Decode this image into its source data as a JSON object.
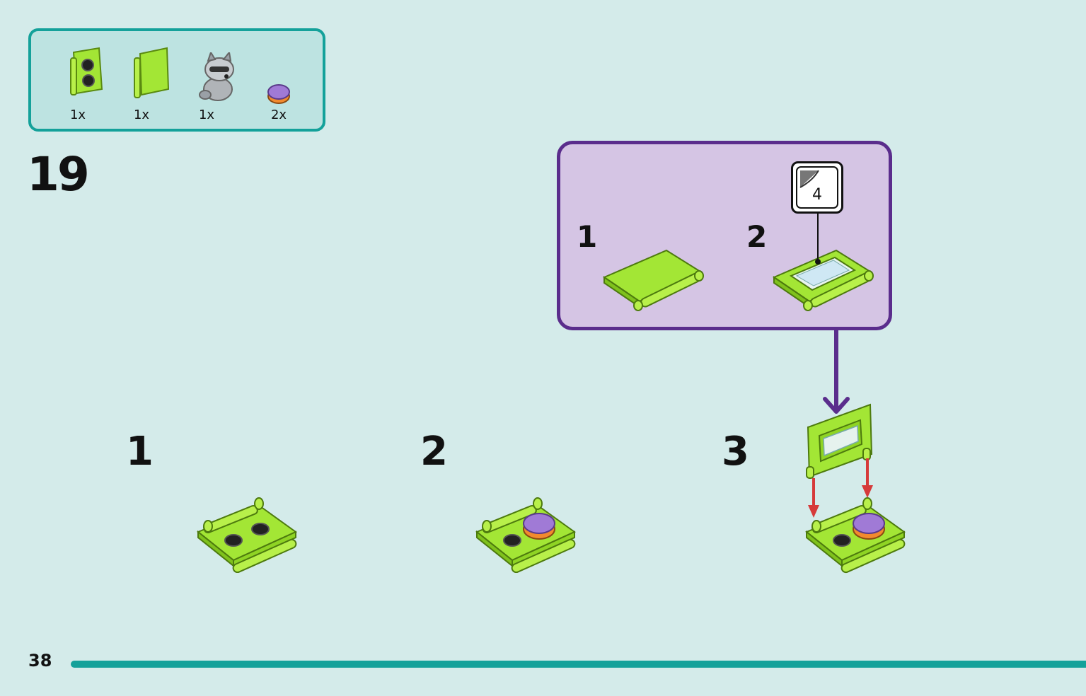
{
  "step": {
    "number": "19"
  },
  "parts": [
    {
      "icon": "lime-panel-with-studs-icon",
      "qty": "1x"
    },
    {
      "icon": "lime-tile-panel-icon",
      "qty": "1x"
    },
    {
      "icon": "raccoon-figure-icon",
      "qty": "1x"
    },
    {
      "icon": "round-tile-orange-purple-icon",
      "qty": "2x"
    }
  ],
  "subassembly": {
    "steps": [
      "1",
      "2"
    ],
    "sticker": {
      "number": "4"
    }
  },
  "build_steps": [
    "1",
    "2",
    "3"
  ],
  "footer": {
    "page_number": "38"
  },
  "colors": {
    "background": "#d4ebea",
    "teal_accent": "#14a19a",
    "purple_accent": "#5a2d8c",
    "purple_fill": "#d5c5e4",
    "lime": "#a3e635",
    "arrow_red": "#d63a3a"
  }
}
